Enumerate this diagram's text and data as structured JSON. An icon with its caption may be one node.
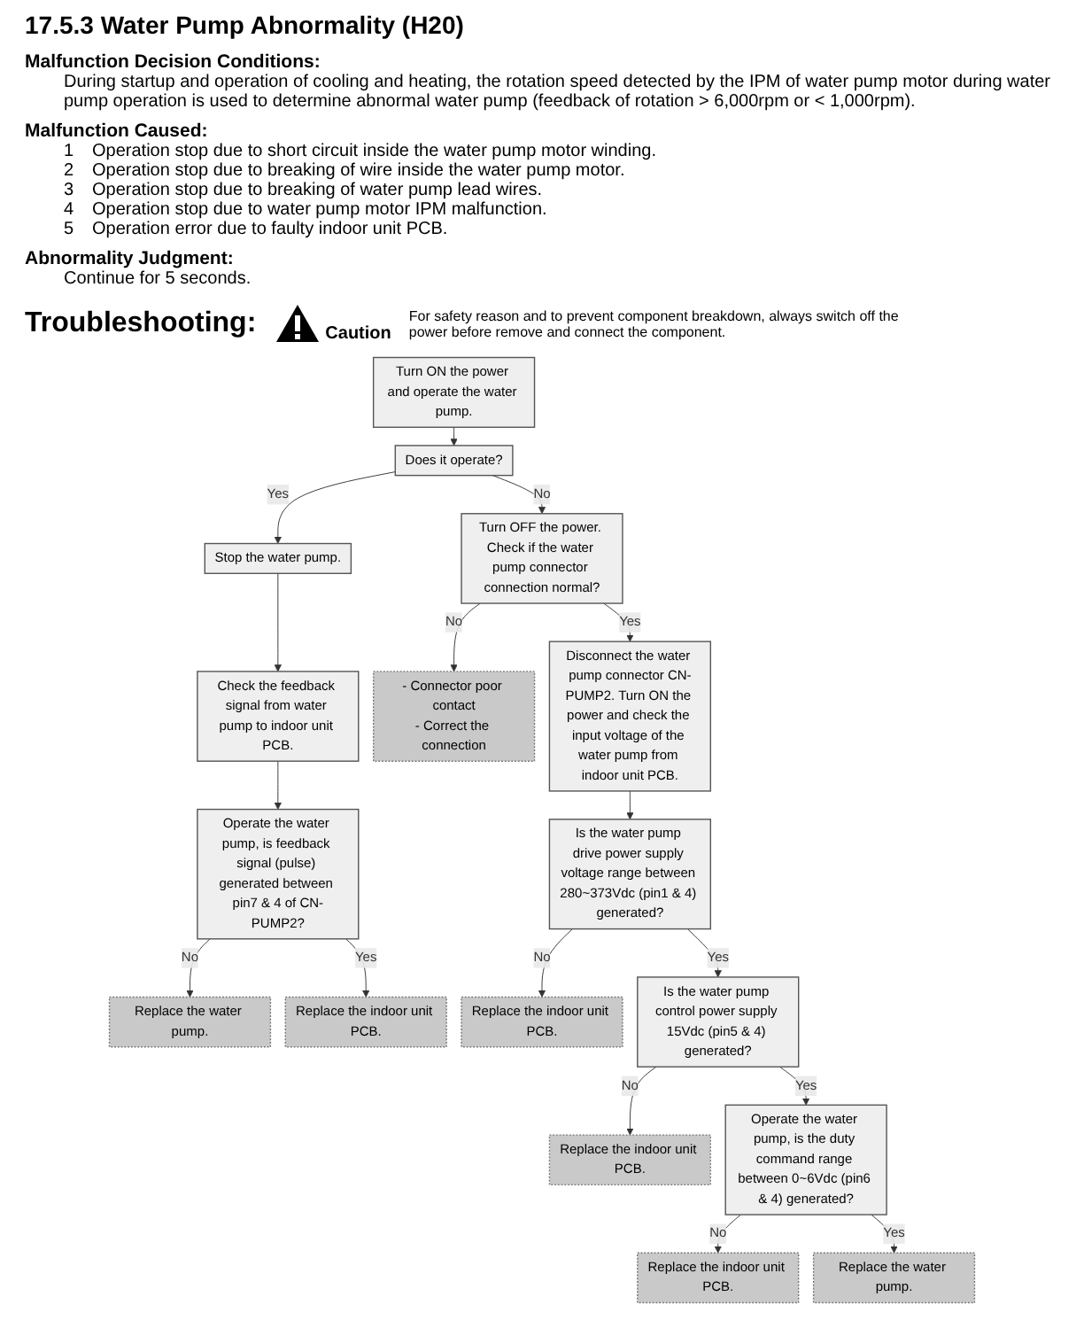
{
  "diagram": {
    "title": "17.5.3 Water Pump Abnormality (H20)",
    "nodes": [
      {
        "text": [
          "Turn ON the power and operate the water pump."
        ]
      },
      {
        "text": [
          "Does it operate?"
        ]
      },
      {
        "text": [
          "Stop the water pump."
        ]
      },
      {
        "text": [
          "Check the feedback signal from water pump to indoor unit PCB."
        ]
      },
      {
        "text": [
          "Operate the water pump, is feedback signal (pulse) generated between pin7 & 4 of CN-PUMP2?"
        ]
      },
      {
        "text": [
          "Replace the water pump."
        ]
      },
      {
        "text": [
          "Replace the indoor unit PCB."
        ]
      },
      {
        "text": [
          "Turn OFF the power. Check if the water pump connector connection normal?"
        ]
      },
      {
        "text": [
          "- Connector poor contact",
          "- Correct the connection"
        ]
      },
      {
        "text": [
          "Disconnect the water pump connector CN-PUMP2. Turn ON the power and check the input voltage of the water pump from indoor unit PCB."
        ]
      },
      {
        "text": [
          "Is the water pump drive power supply voltage range between 280~373Vdc (pin1 & 4) generated?"
        ]
      },
      {
        "text": [
          "Replace the indoor unit PCB."
        ]
      },
      {
        "text": [
          "Is the water pump control power supply 15Vdc (pin5 & 4) generated?"
        ]
      },
      {
        "text": [
          "Replace the indoor unit PCB."
        ]
      },
      {
        "text": [
          "Operate the water pump, is the duty command range between 0~6Vdc (pin6 & 4) generated?"
        ]
      },
      {
        "text": [
          "Replace the indoor unit PCB."
        ]
      },
      {
        "text": [
          "Replace the water pump."
        ]
      }
    ],
    "edges": [
      {
        "from": 0,
        "to": 1,
        "arrow": "to"
      },
      {
        "from": 1,
        "to": 2,
        "arrow": "to",
        "label": "Yes"
      },
      {
        "from": 2,
        "to": 3,
        "arrow": "to"
      },
      {
        "from": 3,
        "to": 4,
        "arrow": "to"
      },
      {
        "from": 4,
        "to": 5,
        "arrow": "to",
        "label": "No"
      },
      {
        "from": 4,
        "to": 6,
        "arrow": "to",
        "label": "Yes"
      },
      {
        "from": 1,
        "to": 7,
        "arrow": "to",
        "label": "No"
      },
      {
        "from": 7,
        "to": 8,
        "arrow": "to",
        "label": "No"
      },
      {
        "from": 7,
        "to": 9,
        "arrow": "to",
        "label": "Yes"
      },
      {
        "from": 9,
        "to": 10,
        "arrow": "to"
      },
      {
        "from": 10,
        "to": 11,
        "arrow": "to",
        "label": "No"
      },
      {
        "from": 10,
        "to": 12,
        "arrow": "to",
        "label": "Yes"
      },
      {
        "from": 12,
        "to": 13,
        "arrow": "to",
        "label": "No"
      },
      {
        "from": 12,
        "to": 14,
        "arrow": "to",
        "label": "Yes"
      },
      {
        "from": 14,
        "to": 15,
        "arrow": "to",
        "label": "No"
      },
      {
        "from": 14,
        "to": 16,
        "arrow": "to",
        "label": "Yes"
      }
    ],
    "labels": [
      "Malfunction Decision Conditions:",
      "During startup and operation of cooling and heating, the rotation speed detected by the IPM of water pump motor during water pump operation is used to determine abnormal water pump (feedback of rotation > 6,000rpm or < 1,000rpm).",
      "Malfunction Caused:",
      "1",
      "Operation stop due to short circuit inside the water pump motor winding.",
      "2",
      "Operation stop due to breaking of wire inside the water pump motor.",
      "3",
      "Operation stop due to breaking of water pump lead wires.",
      "4",
      "Operation stop due to water pump motor IPM malfunction.",
      "5",
      "Operation error due to faulty indoor unit PCB.",
      "Abnormality Judgment:",
      "Continue for 5 seconds.",
      "Troubleshooting:",
      "Caution",
      "For safety reason and to prevent component breakdown, always switch off the power before remove and connect the component."
    ]
  }
}
